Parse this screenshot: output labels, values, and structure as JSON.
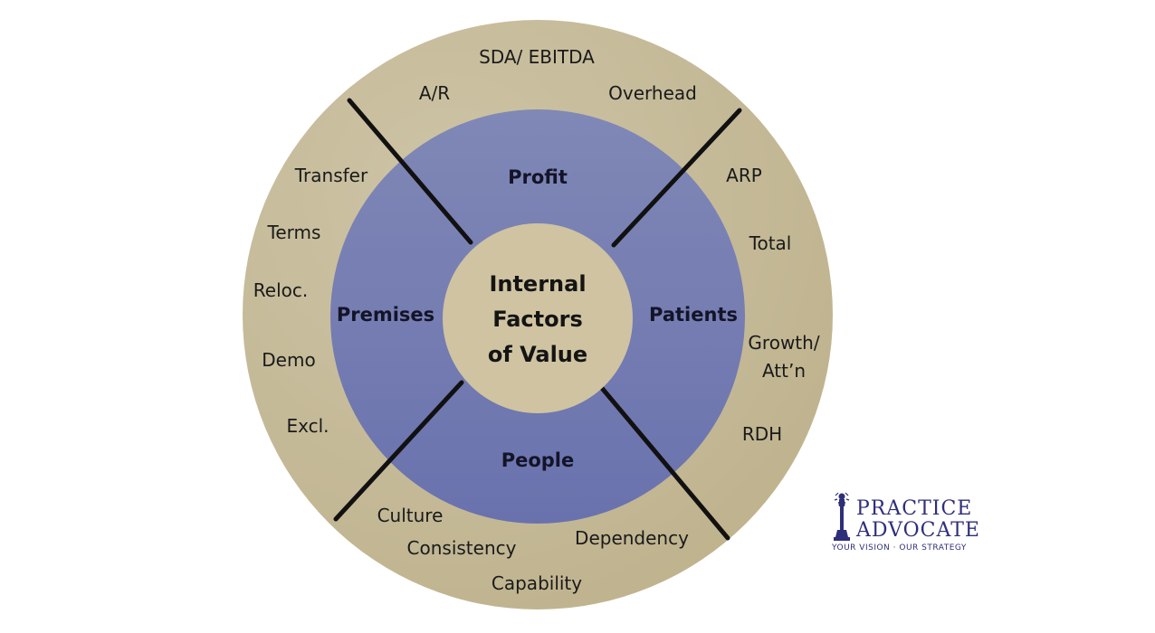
{
  "center": {
    "lines": [
      "Internal",
      "Factors",
      "of Value"
    ]
  },
  "quadrants": {
    "top": "Profit",
    "right": "Patients",
    "bottom": "People",
    "left": "Premises"
  },
  "outer_labels": {
    "profit": [
      "SDA/ EBITDA",
      "A/R",
      "Overhead"
    ],
    "patients": [
      "ARP",
      "Total",
      "Growth/",
      "Att’n",
      "RDH"
    ],
    "people": [
      "Culture",
      "Consistency",
      "Dependency",
      "Capability"
    ],
    "premises": [
      "Transfer",
      "Terms",
      "Reloc.",
      "Demo",
      "Excl."
    ]
  },
  "logo": {
    "line1": "PRACTICE",
    "line2": "ADVOCATE",
    "tagline": "YOUR VISION · OUR STRATEGY",
    "icon": "chess-pawn-icon"
  },
  "colors": {
    "outer_ring": "#c7bc98",
    "middle_ring": "#7a80b2",
    "center": "#cfc3a1",
    "divider": "#111111",
    "logo": "#2e2f7a"
  }
}
